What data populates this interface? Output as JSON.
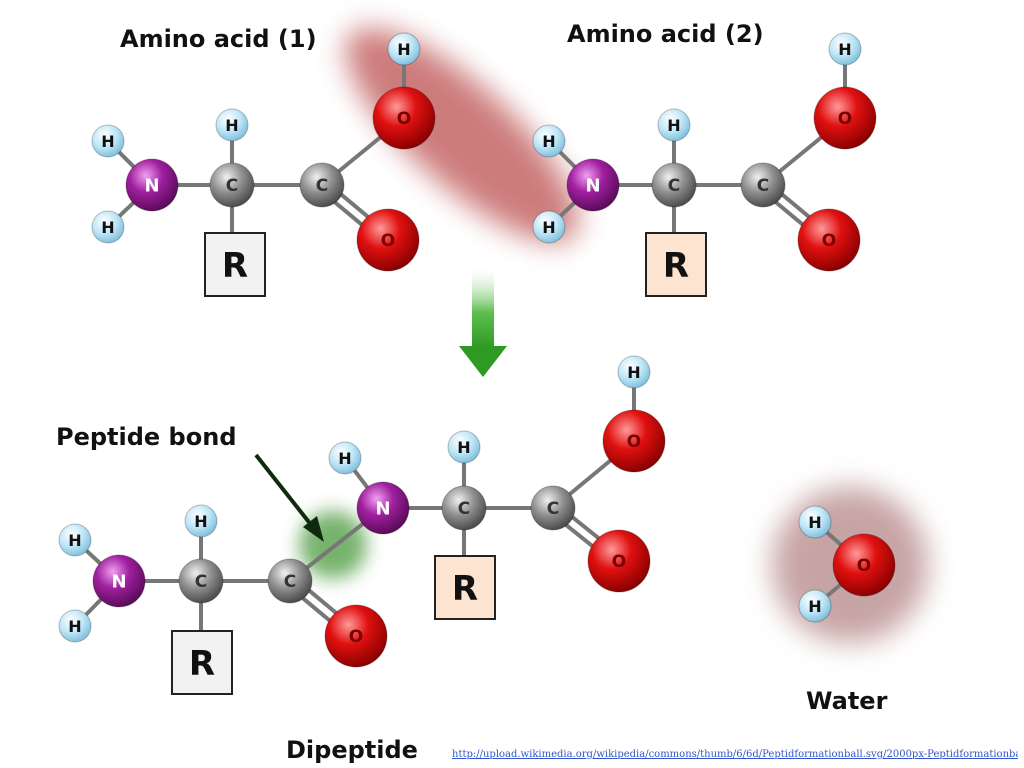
{
  "labels": {
    "amino_acid_1": "Amino acid (1)",
    "amino_acid_2": "Amino acid (2)",
    "peptide_bond": "Peptide bond",
    "dipeptide": "Dipeptide",
    "water": "Water"
  },
  "atoms": {
    "hydrogen": "H",
    "nitrogen": "N",
    "carbon": "C",
    "oxygen": "O",
    "side_chain": "R"
  },
  "source_url": "http://upload.wikimedia.org/wikipedia/commons/thumb/6/6d/Peptidformationball.svg/2000px-Peptidformationball.svg.png",
  "colors": {
    "hydrogen": "#bfe6f7",
    "nitrogen": "#9b1a9b",
    "carbon": "#8c8c8c",
    "oxygen": "#e01010",
    "bond": "#777777",
    "r_box_aa1": "#f2f2f2",
    "r_box_aa2": "#fde4d0",
    "arrow": "#3aaa2a",
    "removed_highlight": "#b84444",
    "peptide_highlight": "#4c9a3c",
    "water_highlight": "#9a5a5a"
  }
}
